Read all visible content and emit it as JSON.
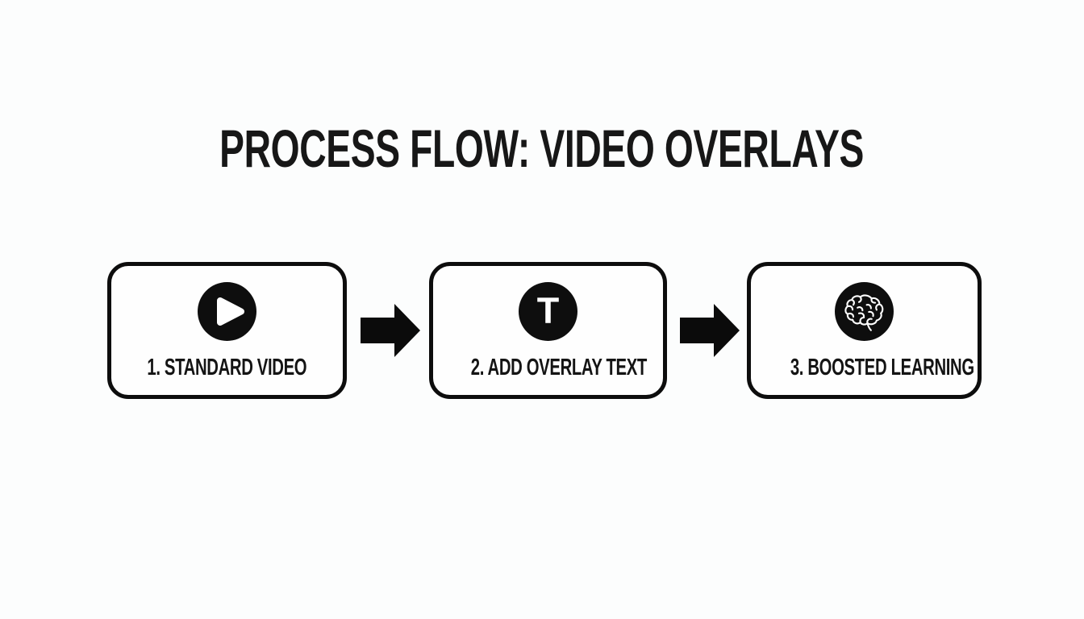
{
  "title": "PROCESS FLOW: VIDEO OVERLAYS",
  "steps": [
    {
      "label": "1. STANDARD VIDEO",
      "icon": "play-icon"
    },
    {
      "label": "2. ADD OVERLAY TEXT",
      "icon": "text-overlay-icon",
      "letter": "T"
    },
    {
      "label": "3. BOOSTED LEARNING",
      "icon": "brain-icon"
    }
  ],
  "connectors": [
    {
      "icon": "right-arrow-icon"
    },
    {
      "icon": "right-arrow-icon"
    }
  ],
  "colors": {
    "background": "#fcfdfd",
    "box_fill": "#fefefe",
    "box_border": "#0d0d0d",
    "icon_circle": "#0e0e0e",
    "icon_glyph": "#ffffff",
    "label_text": "#141414",
    "arrow": "#0b0b0b",
    "title_text": "#171717"
  }
}
